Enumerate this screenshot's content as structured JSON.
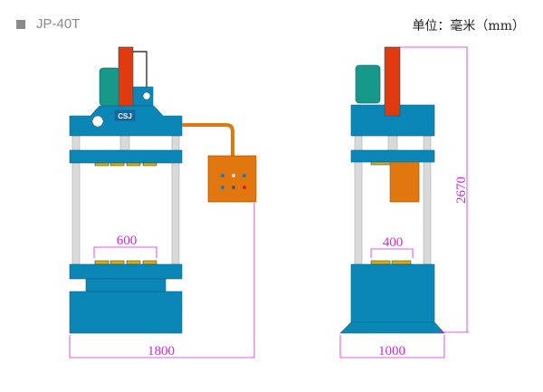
{
  "header": {
    "model": "JP-40T",
    "unit": "单位：毫米（mm）"
  },
  "front_view": {
    "logo": "CSJ",
    "dim_table_width": "600",
    "dim_overall_width": "1800"
  },
  "side_view": {
    "dim_table_depth": "400",
    "dim_overall_depth": "1000",
    "dim_height": "2670"
  },
  "colors": {
    "frame": "#0a87b6",
    "cylinder": "#e03a0e",
    "pipe": "#e2760f",
    "pad": "#e8a800",
    "motor": "#17998a",
    "pillar": "#d9d9d9",
    "dimension": "#e020e0"
  }
}
